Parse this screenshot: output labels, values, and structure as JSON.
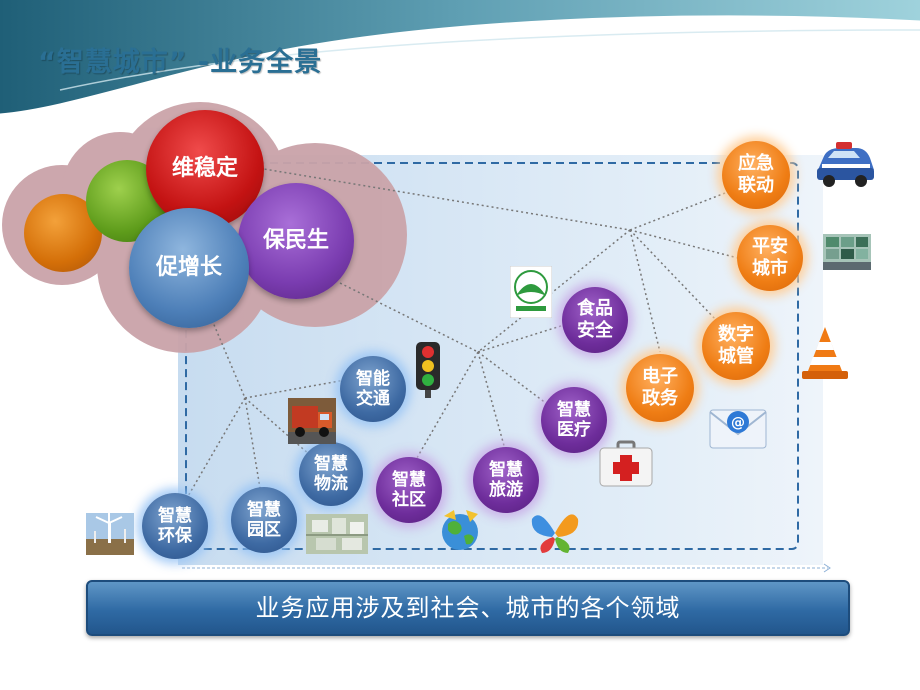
{
  "title": "“智慧城市” -业务全景",
  "core": [
    {
      "label": "维稳定"
    },
    {
      "label": "促增长"
    },
    {
      "label": "保民生"
    }
  ],
  "nodes": [
    {
      "label": "应急\n联动",
      "color": "#ef7d14"
    },
    {
      "label": "平安\n城市",
      "color": "#ef7d14"
    },
    {
      "label": "数字\n城管",
      "color": "#ef7d14"
    },
    {
      "label": "电子\n政务",
      "color": "#ef7d14"
    },
    {
      "label": "食品\n安全",
      "color": "#6e2d9b"
    },
    {
      "label": "智慧\n医疗",
      "color": "#6e2d9b"
    },
    {
      "label": "智慧\n旅游",
      "color": "#6e2d9b"
    },
    {
      "label": "智慧\n社区",
      "color": "#6e2d9b"
    },
    {
      "label": "智能\n交通",
      "color": "#3e6aa3"
    },
    {
      "label": "智慧\n物流",
      "color": "#3e6aa3"
    },
    {
      "label": "智慧\n园区",
      "color": "#3e6aa3"
    },
    {
      "label": "智慧\n环保",
      "color": "#3e6aa3"
    }
  ],
  "icons": [
    "police-car-icon",
    "city-screen-icon",
    "traffic-cone-icon",
    "email-icon",
    "food-safety-logo",
    "first-aid-kit-icon",
    "butterfly-icon",
    "globe-icon",
    "traffic-light-icon",
    "truck-icon",
    "industrial-park-icon",
    "wind-turbine-icon"
  ],
  "banner": "业务应用涉及到社会、城市的各个领域"
}
